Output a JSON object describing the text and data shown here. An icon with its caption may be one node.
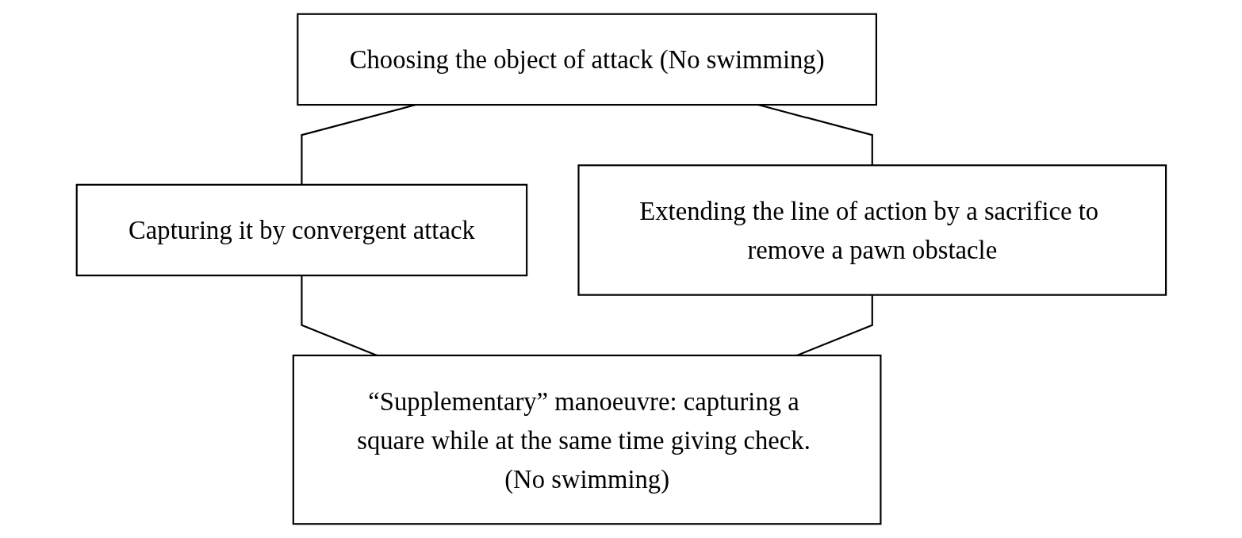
{
  "diagram": {
    "nodes": [
      {
        "text": [
          "Choosing the object of attack (No swimming)"
        ]
      },
      {
        "text": [
          "Capturing it by convergent attack"
        ]
      },
      {
        "text": [
          "Extending the line of action by a sacrifice to remove a pawn obstacle"
        ]
      },
      {
        "text": [
          "“Supplementary” manoeuvre: capturing a square while at the same time giving check. (No swimming)"
        ]
      }
    ],
    "edges": [
      {
        "from": 0,
        "to": 1,
        "arrow": "none"
      },
      {
        "from": 0,
        "to": 2,
        "arrow": "none"
      },
      {
        "from": 1,
        "to": 3,
        "arrow": "none"
      },
      {
        "from": 2,
        "to": 3,
        "arrow": "none"
      }
    ]
  }
}
